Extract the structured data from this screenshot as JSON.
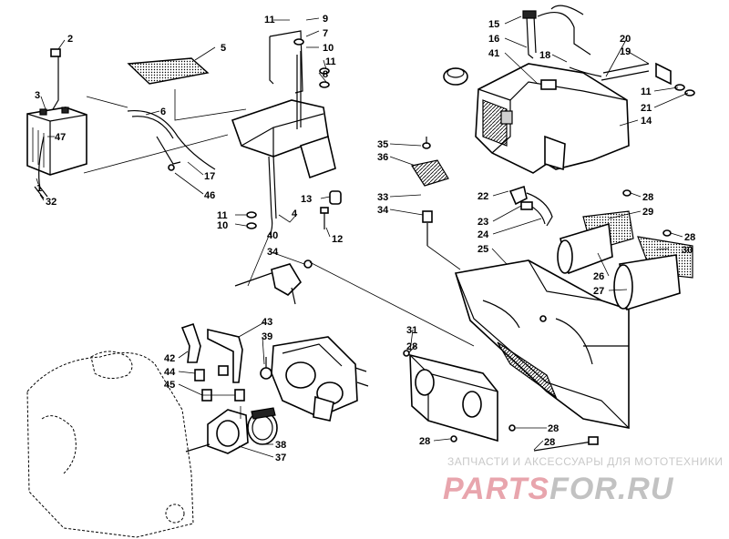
{
  "diagram": {
    "callouts": [
      {
        "id": "c2",
        "text": "2"
      },
      {
        "id": "c3",
        "text": "3"
      },
      {
        "id": "c47",
        "text": "47"
      },
      {
        "id": "c1",
        "text": "1"
      },
      {
        "id": "c32",
        "text": "32"
      },
      {
        "id": "c5",
        "text": "5"
      },
      {
        "id": "c6",
        "text": "6"
      },
      {
        "id": "c17",
        "text": "17"
      },
      {
        "id": "c46",
        "text": "46"
      },
      {
        "id": "c9",
        "text": "9"
      },
      {
        "id": "c11a",
        "text": "11"
      },
      {
        "id": "c7",
        "text": "7"
      },
      {
        "id": "c10a",
        "text": "10"
      },
      {
        "id": "c11b",
        "text": "11"
      },
      {
        "id": "c8",
        "text": "8"
      },
      {
        "id": "c13",
        "text": "13"
      },
      {
        "id": "c4",
        "text": "4"
      },
      {
        "id": "c11c",
        "text": "11"
      },
      {
        "id": "c10b",
        "text": "10"
      },
      {
        "id": "c12",
        "text": "12"
      },
      {
        "id": "c15",
        "text": "15"
      },
      {
        "id": "c16",
        "text": "16"
      },
      {
        "id": "c41",
        "text": "41"
      },
      {
        "id": "c18",
        "text": "18"
      },
      {
        "id": "c20",
        "text": "20"
      },
      {
        "id": "c19",
        "text": "19"
      },
      {
        "id": "c11d",
        "text": "11"
      },
      {
        "id": "c21",
        "text": "21"
      },
      {
        "id": "c14",
        "text": "14"
      },
      {
        "id": "c35",
        "text": "35"
      },
      {
        "id": "c36",
        "text": "36"
      },
      {
        "id": "c33",
        "text": "33"
      },
      {
        "id": "c34a",
        "text": "34"
      },
      {
        "id": "c22",
        "text": "22"
      },
      {
        "id": "c23",
        "text": "23"
      },
      {
        "id": "c24",
        "text": "24"
      },
      {
        "id": "c25",
        "text": "25"
      },
      {
        "id": "c28a",
        "text": "28"
      },
      {
        "id": "c29",
        "text": "29"
      },
      {
        "id": "c28b",
        "text": "28"
      },
      {
        "id": "c30",
        "text": "30"
      },
      {
        "id": "c26",
        "text": "26"
      },
      {
        "id": "c27",
        "text": "27"
      },
      {
        "id": "c40",
        "text": "40"
      },
      {
        "id": "c34b",
        "text": "34"
      },
      {
        "id": "c43",
        "text": "43"
      },
      {
        "id": "c39",
        "text": "39"
      },
      {
        "id": "c42",
        "text": "42"
      },
      {
        "id": "c44",
        "text": "44"
      },
      {
        "id": "c45",
        "text": "45"
      },
      {
        "id": "c31",
        "text": "31"
      },
      {
        "id": "c28c",
        "text": "28"
      },
      {
        "id": "c38",
        "text": "38"
      },
      {
        "id": "c37",
        "text": "37"
      },
      {
        "id": "c28d",
        "text": "28"
      },
      {
        "id": "c28e",
        "text": "28"
      },
      {
        "id": "c28f",
        "text": "28"
      }
    ]
  },
  "watermark": {
    "tagline": "ЗАПЧАСТИ И АКСЕССУАРЫ ДЛЯ МОТОТЕХНИКИ",
    "logo_part1": "PARTS",
    "logo_part2": "FOR.RU",
    "color_part1": "#e8a5ad",
    "color_part2": "#c2c2c2"
  }
}
